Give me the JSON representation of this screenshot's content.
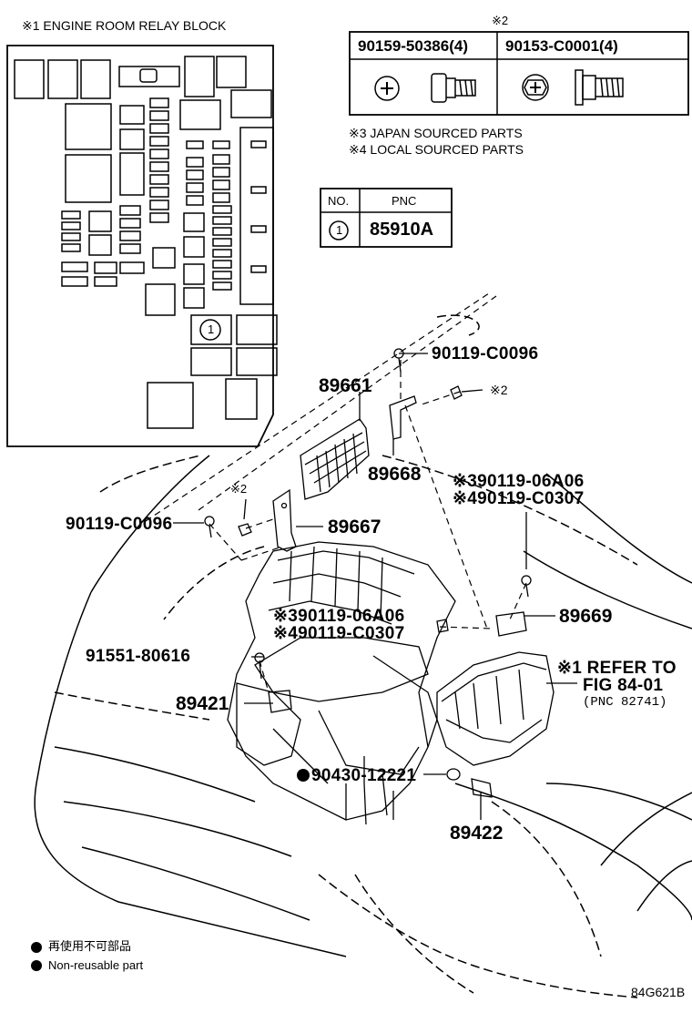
{
  "relay_block": {
    "title": "※1 ENGINE ROOM RELAY BLOCK",
    "position_marker": "1"
  },
  "bolts_table": {
    "header_note": "※2",
    "cols": [
      "90159-50386(4)",
      "90153-C0001(4)"
    ]
  },
  "notes": [
    "※3 JAPAN SOURCED PARTS",
    "※4 LOCAL SOURCED PARTS"
  ],
  "pnc_table": {
    "header_no": "NO.",
    "header_pnc": "PNC",
    "row_no": "1",
    "row_pnc": "85910A"
  },
  "callouts": {
    "p_90119_c0096_top": "90119-C0096",
    "p_89661": "89661",
    "note2_right": "※2",
    "p_89668": "89668",
    "p_3_06a06_right": "※390119-06A06",
    "p_4_c0307_right": "※490119-C0307",
    "note2_left": "※2",
    "p_90119_c0096_left": "90119-C0096",
    "p_89667": "89667",
    "p_3_06a06_mid": "※390119-06A06",
    "p_4_c0307_mid": "※490119-C0307",
    "p_89669": "89669",
    "p_91551": "91551-80616",
    "refer_1": "※1 REFER TO",
    "refer_2": "FIG 84-01",
    "refer_3": "(PNC 82741)",
    "p_89421": "89421",
    "p_90430": "90430-12221",
    "p_89422": "89422"
  },
  "legend": {
    "jp": "再使用不可部品",
    "en": "Non-reusable part"
  },
  "figure_code": "84G621B"
}
